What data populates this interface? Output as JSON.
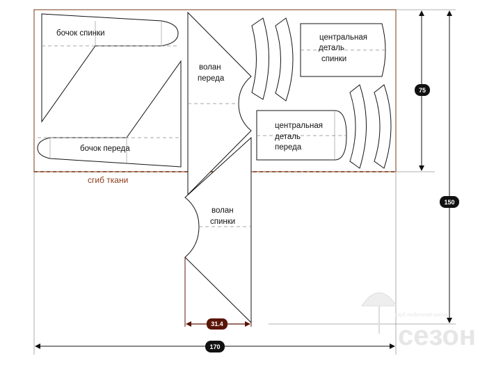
{
  "pieces": {
    "bochok_spinki": "бочок спинки",
    "bochok_pereda": "бочок переда",
    "volan_pereda": [
      "волан",
      "переда"
    ],
    "volan_spinki": [
      "волан",
      "спинки"
    ],
    "central_top": [
      "центральная",
      "деталь",
      "спинки"
    ],
    "central_bottom": [
      "центральная",
      "деталь",
      "переда"
    ]
  },
  "fold_label": "сгиб ткани",
  "dimensions": {
    "half_height": "75",
    "full_height": "150",
    "width": "170",
    "volan_width": "31.4"
  },
  "watermark": {
    "tagline": "клуб любителей шитья",
    "brand": "сезон"
  },
  "colors": {
    "fold_line": "#7a2e12",
    "border": "#8b5a3c",
    "dim_badge": "#111111",
    "volan_badge": "#5a1408"
  }
}
